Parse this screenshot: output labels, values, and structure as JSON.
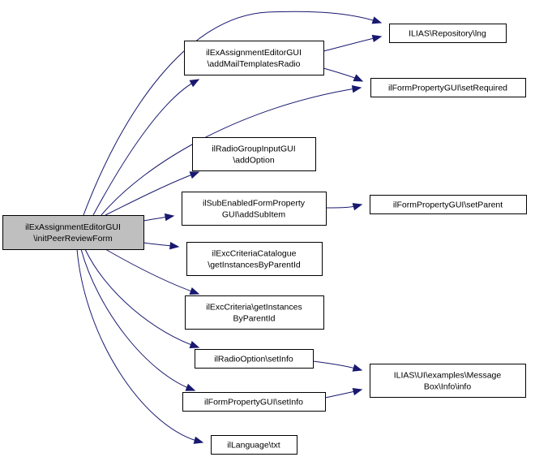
{
  "diagram": {
    "type": "call-graph",
    "root": {
      "id": "root",
      "lines": [
        "ilExAssignmentEditorGUI",
        "\\initPeerReviewForm"
      ]
    },
    "nodes": [
      {
        "id": "addMail",
        "lines": [
          "ilExAssignmentEditorGUI",
          "\\addMailTemplatesRadio"
        ]
      },
      {
        "id": "lng",
        "lines": [
          "ILIAS\\Repository\\lng"
        ]
      },
      {
        "id": "setRequired",
        "lines": [
          "ilFormPropertyGUI\\setRequired"
        ]
      },
      {
        "id": "addOption",
        "lines": [
          "ilRadioGroupInputGUI",
          "\\addOption"
        ]
      },
      {
        "id": "addSubItem",
        "lines": [
          "ilSubEnabledFormProperty",
          "GUI\\addSubItem"
        ]
      },
      {
        "id": "setParent",
        "lines": [
          "ilFormPropertyGUI\\setParent"
        ]
      },
      {
        "id": "catalogue",
        "lines": [
          "ilExcCriteriaCatalogue",
          "\\getInstancesByParentId"
        ]
      },
      {
        "id": "criteria",
        "lines": [
          "ilExcCriteria\\getInstances",
          "ByParentId"
        ]
      },
      {
        "id": "radioSetInfo",
        "lines": [
          "ilRadioOption\\setInfo"
        ]
      },
      {
        "id": "formSetInfo",
        "lines": [
          "ilFormPropertyGUI\\setInfo"
        ]
      },
      {
        "id": "msgInfo",
        "lines": [
          "ILIAS\\UI\\examples\\Message",
          "Box\\Info\\info"
        ]
      },
      {
        "id": "txt",
        "lines": [
          "ilLanguage\\txt"
        ]
      }
    ],
    "edges": [
      {
        "from": "root",
        "to": "lng"
      },
      {
        "from": "root",
        "to": "addMail"
      },
      {
        "from": "root",
        "to": "setRequired"
      },
      {
        "from": "root",
        "to": "addOption"
      },
      {
        "from": "root",
        "to": "addSubItem"
      },
      {
        "from": "root",
        "to": "catalogue"
      },
      {
        "from": "root",
        "to": "criteria"
      },
      {
        "from": "root",
        "to": "radioSetInfo"
      },
      {
        "from": "root",
        "to": "formSetInfo"
      },
      {
        "from": "root",
        "to": "txt"
      },
      {
        "from": "addMail",
        "to": "lng"
      },
      {
        "from": "addMail",
        "to": "setRequired"
      },
      {
        "from": "addSubItem",
        "to": "setParent"
      },
      {
        "from": "radioSetInfo",
        "to": "msgInfo"
      },
      {
        "from": "formSetInfo",
        "to": "msgInfo"
      }
    ],
    "colors": {
      "edge": "#191970",
      "root_fill": "#bfbfbf",
      "node_fill": "#ffffff",
      "border": "#000000"
    }
  }
}
